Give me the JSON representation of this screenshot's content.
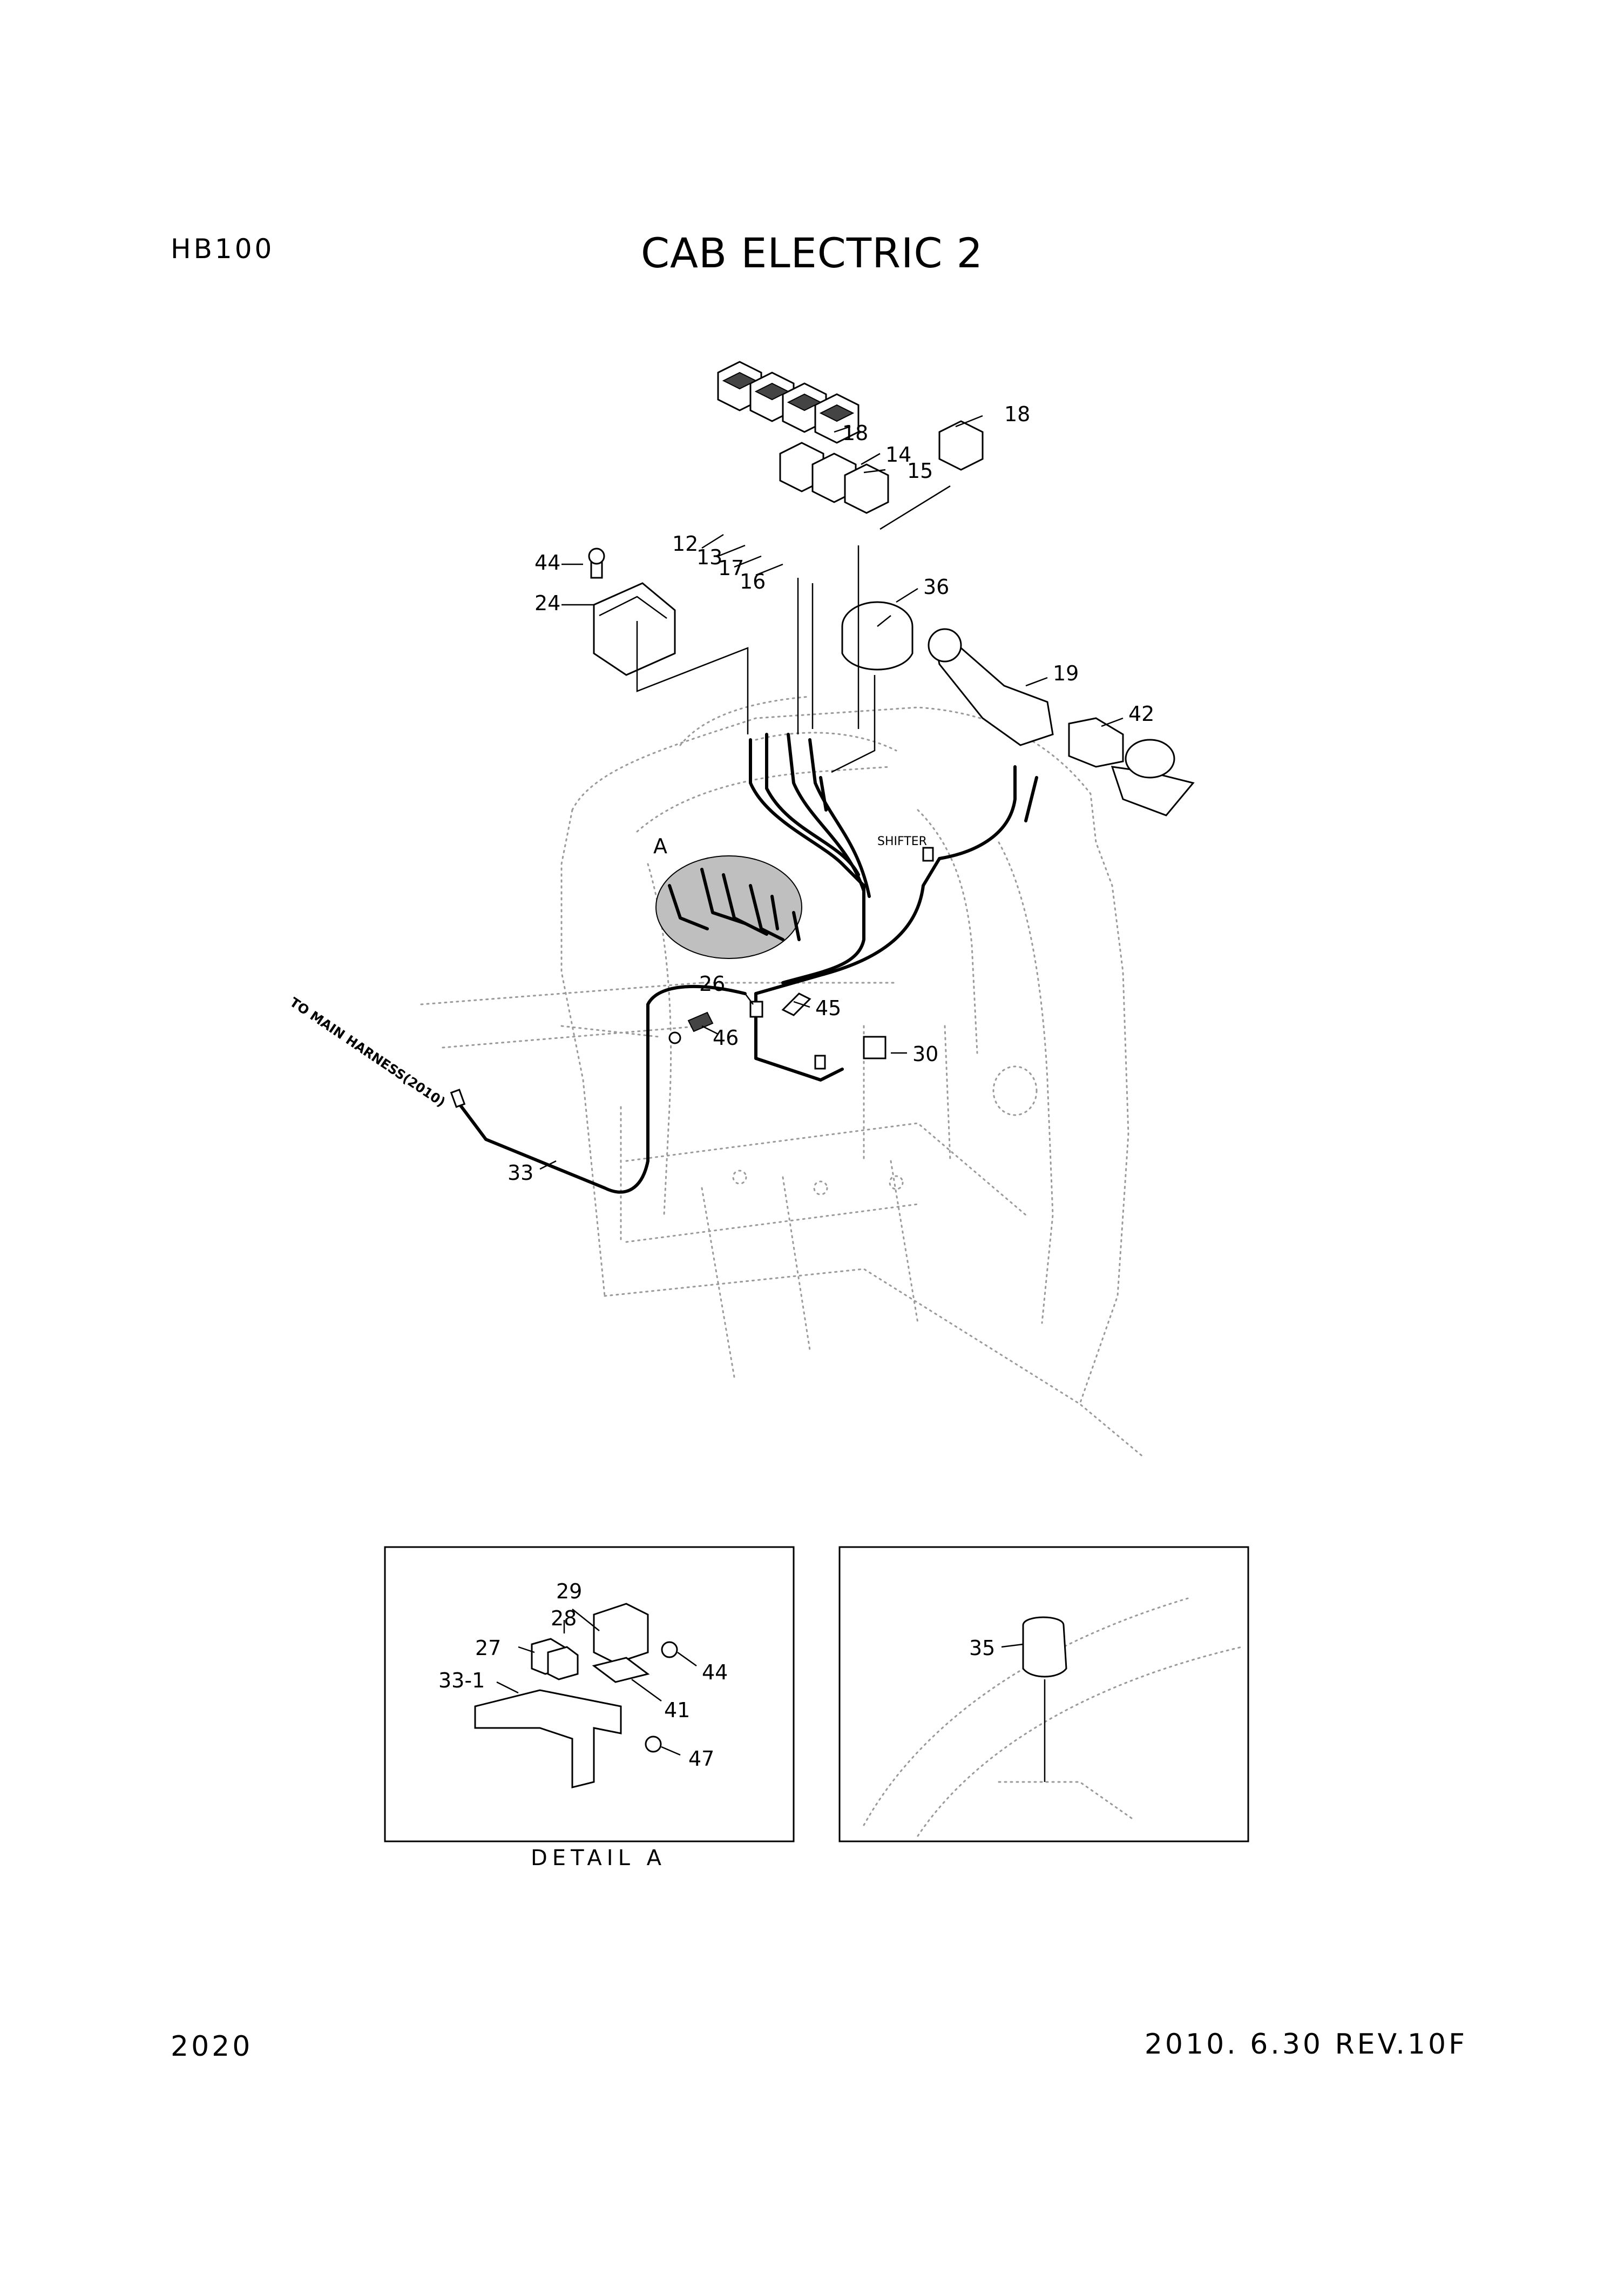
{
  "header": {
    "model": "HB100",
    "title": "CAB ELECTRIC 2"
  },
  "footer": {
    "page_number": "2020",
    "revision": "2010. 6.30  REV.10F"
  },
  "main_view": {
    "part_labels": {
      "p18a": "18",
      "p18b": "18",
      "p14": "14",
      "p15": "15",
      "p12": "12",
      "p13": "13",
      "p17": "17",
      "p16": "16",
      "p44": "44",
      "p24": "24",
      "p36": "36",
      "p19": "19",
      "p42": "42",
      "pA": "A",
      "p26": "26",
      "p45": "45",
      "p46": "46",
      "p30": "30",
      "p33": "33"
    },
    "shifter_label": "SHIFTER",
    "harness_note": "TO MAIN HARNESS(2010)"
  },
  "detail_a": {
    "caption": "DETAIL A",
    "part_labels": {
      "p29": "29",
      "p28": "28",
      "p27": "27",
      "p33_1": "33-1",
      "p44": "44",
      "p41": "41",
      "p47": "47"
    }
  },
  "detail_b": {
    "part_labels": {
      "p35": "35"
    }
  }
}
